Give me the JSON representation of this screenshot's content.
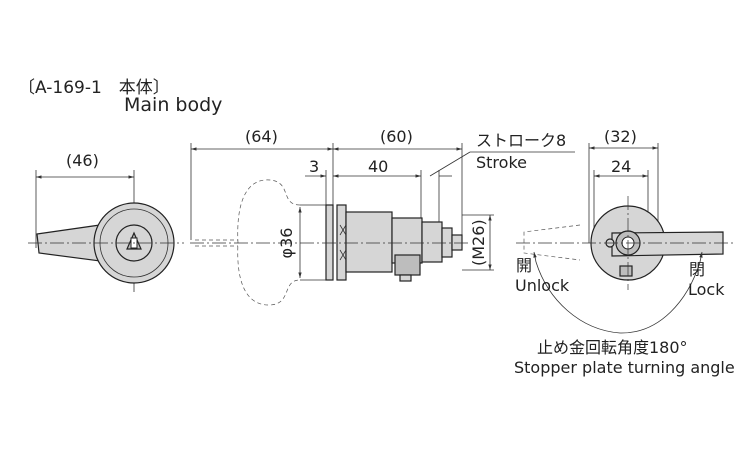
{
  "title": {
    "code": "〔A-169-1　本体〕",
    "subtitle": "Main body"
  },
  "front_view": {
    "width_dim": "(46)"
  },
  "side_view": {
    "overall_left_dim": "(64)",
    "overall_right_dim": "(60)",
    "flange_dim": "3",
    "body_dim": "40",
    "stroke_label_jp": "ストローク8",
    "stroke_label_en": "Stroke",
    "diameter_dim": "φ36",
    "thread_dim": "(M26)"
  },
  "rear_view": {
    "outer_dim": "(32)",
    "inner_dim": "24",
    "unlock_jp": "開",
    "unlock_en": "Unlock",
    "lock_jp": "閉",
    "lock_en": "Lock",
    "angle_label_jp": "止め金回転角度180°",
    "angle_label_en": "Stopper plate turning angle"
  }
}
